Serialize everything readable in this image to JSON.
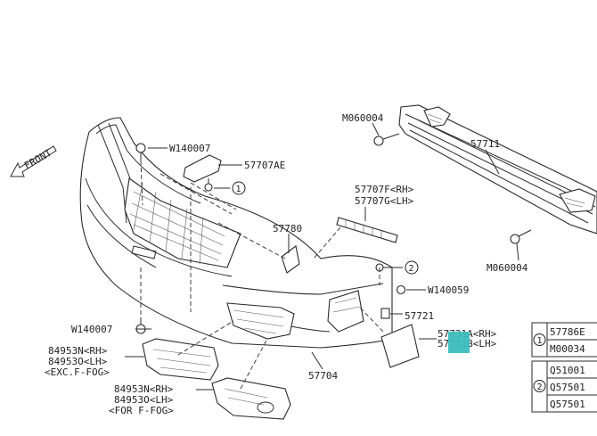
{
  "direction": {
    "label": "FRONT"
  },
  "callouts": {
    "front_bumper_face": "57704",
    "reinforcement": "57711",
    "reinf_bolt_top": "M060004",
    "reinf_bolt_bottom": "M060004",
    "clip_top": "W140007",
    "clip_bottom": "W140007",
    "bracket_center": "57707AE",
    "bracket_side_rh": "57707F<RH>",
    "bracket_side_lh": "57707G<LH>",
    "grille_piece": "57780",
    "clip_side": "W140059",
    "stopper": "57721",
    "cover_rh": "57731A<RH>",
    "cover_lh": "57731B<LH>",
    "fog_cover_exc_1": "84953N<RH>",
    "fog_cover_exc_2": "84953O<LH>",
    "fog_cover_exc_3": "<EXC.F-FOG>",
    "fog_cover_for_1": "84953N<RH>",
    "fog_cover_for_2": "84953O<LH>",
    "fog_cover_for_3": "<FOR F-FOG>"
  },
  "markers": {
    "m1": "1",
    "m2": "2"
  },
  "legend": {
    "group1": {
      "marker": "1",
      "rows": [
        "57786E",
        "M00034"
      ]
    },
    "group2": {
      "marker": "2",
      "rows": [
        "Q51001",
        "Q57501",
        "Q57501"
      ]
    }
  },
  "highlight_color": "#3dbdbd"
}
